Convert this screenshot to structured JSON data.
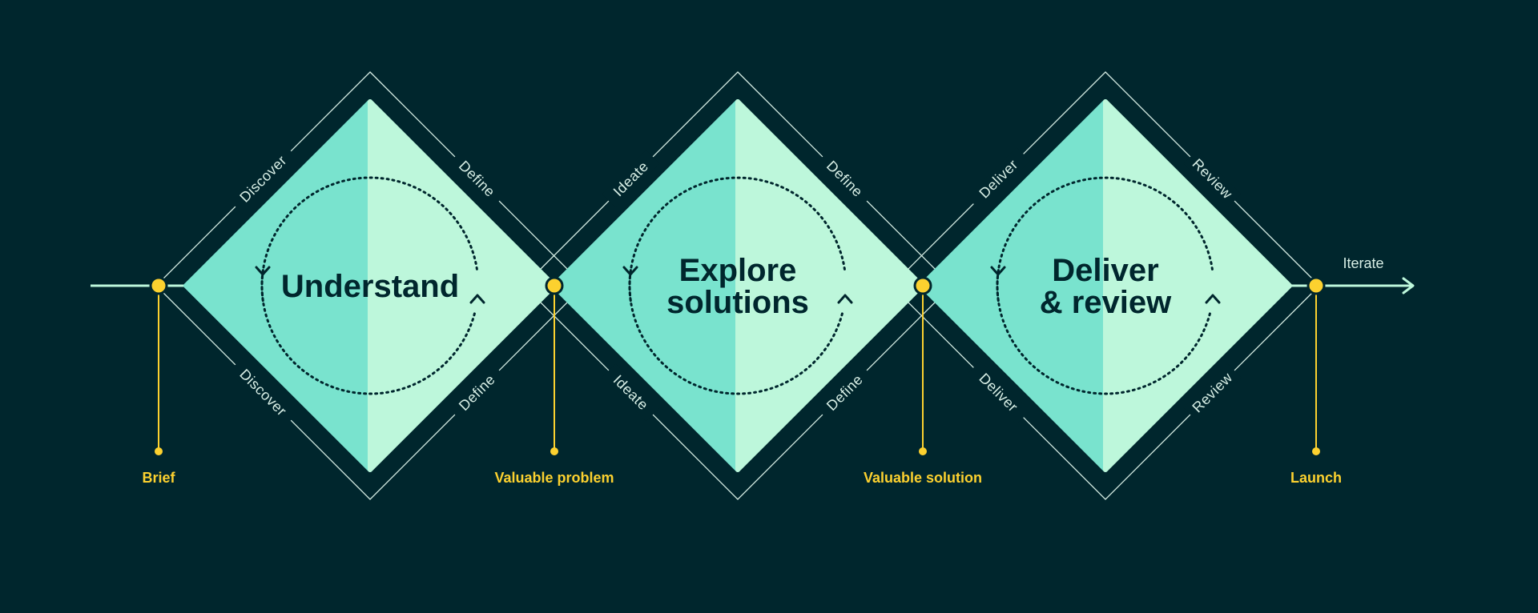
{
  "colors": {
    "background": "#00262d",
    "diamond_left": "#79e3ce",
    "diamond_right": "#bdf7db",
    "outline": "#d8efe6",
    "axis": "#bdf7db",
    "marker": "#fcd12f",
    "text_dark": "#00262d",
    "text_light": "#d8efe6"
  },
  "phases": [
    {
      "title_lines": [
        "Understand"
      ],
      "edge_labels": {
        "top_left": "Discover",
        "top_right": "Define",
        "bottom_left": "Discover",
        "bottom_right": "Define"
      }
    },
    {
      "title_lines": [
        "Explore",
        "solutions"
      ],
      "edge_labels": {
        "top_left": "Ideate",
        "top_right": "Define",
        "bottom_left": "Ideate",
        "bottom_right": "Define"
      }
    },
    {
      "title_lines": [
        "Deliver",
        "& review"
      ],
      "edge_labels": {
        "top_left": "Deliver",
        "top_right": "Review",
        "bottom_left": "Deliver",
        "bottom_right": "Review"
      }
    }
  ],
  "milestones": [
    {
      "label": "Brief"
    },
    {
      "label": "Valuable problem"
    },
    {
      "label": "Valuable solution"
    },
    {
      "label": "Launch"
    }
  ],
  "iterate_label": "Iterate"
}
